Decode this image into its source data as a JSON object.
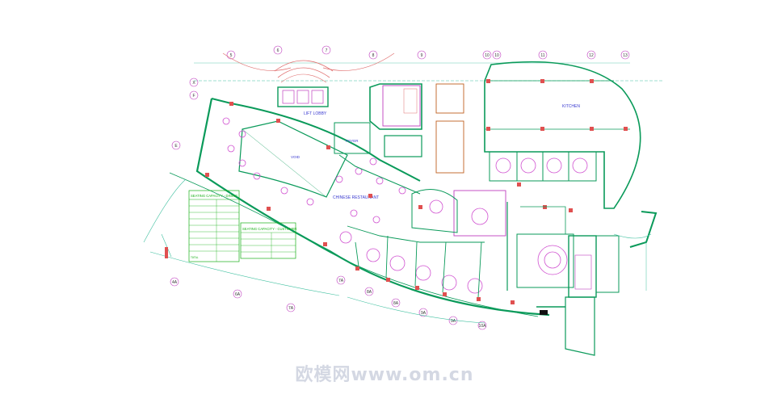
{
  "grid_top": [
    "5",
    "6",
    "7",
    "8",
    "9",
    "10",
    "10",
    "11",
    "12",
    "13"
  ],
  "grid_left": [
    "X",
    "F",
    "E"
  ],
  "grid_bottom": [
    "4A",
    "6A",
    "7A",
    "7A",
    "8A",
    "8A",
    "9A",
    "9A",
    "10A"
  ],
  "rooms": {
    "lift_lobby": "LIFT LOBBY",
    "kitchen": "KITCHEN",
    "foyer": "FOYER",
    "chinese_restaurant": "CHINESE RESTAURANT",
    "void": "VOID"
  },
  "tables": {
    "seating_title": "SEATING CAPACITY - DINING",
    "capacity_title": "SEATING CAPACITY - CUSTOMER",
    "col_total": "TOTAL"
  },
  "watermark": "欧模网www.om.cn",
  "colors": {
    "wall_green": "#0a9a5a",
    "wall_magenta": "#c040c0",
    "column_red": "#e05050",
    "annotation_blue": "#3a3ad0",
    "table_green": "#18b018",
    "arch_pink": "#e07070"
  }
}
